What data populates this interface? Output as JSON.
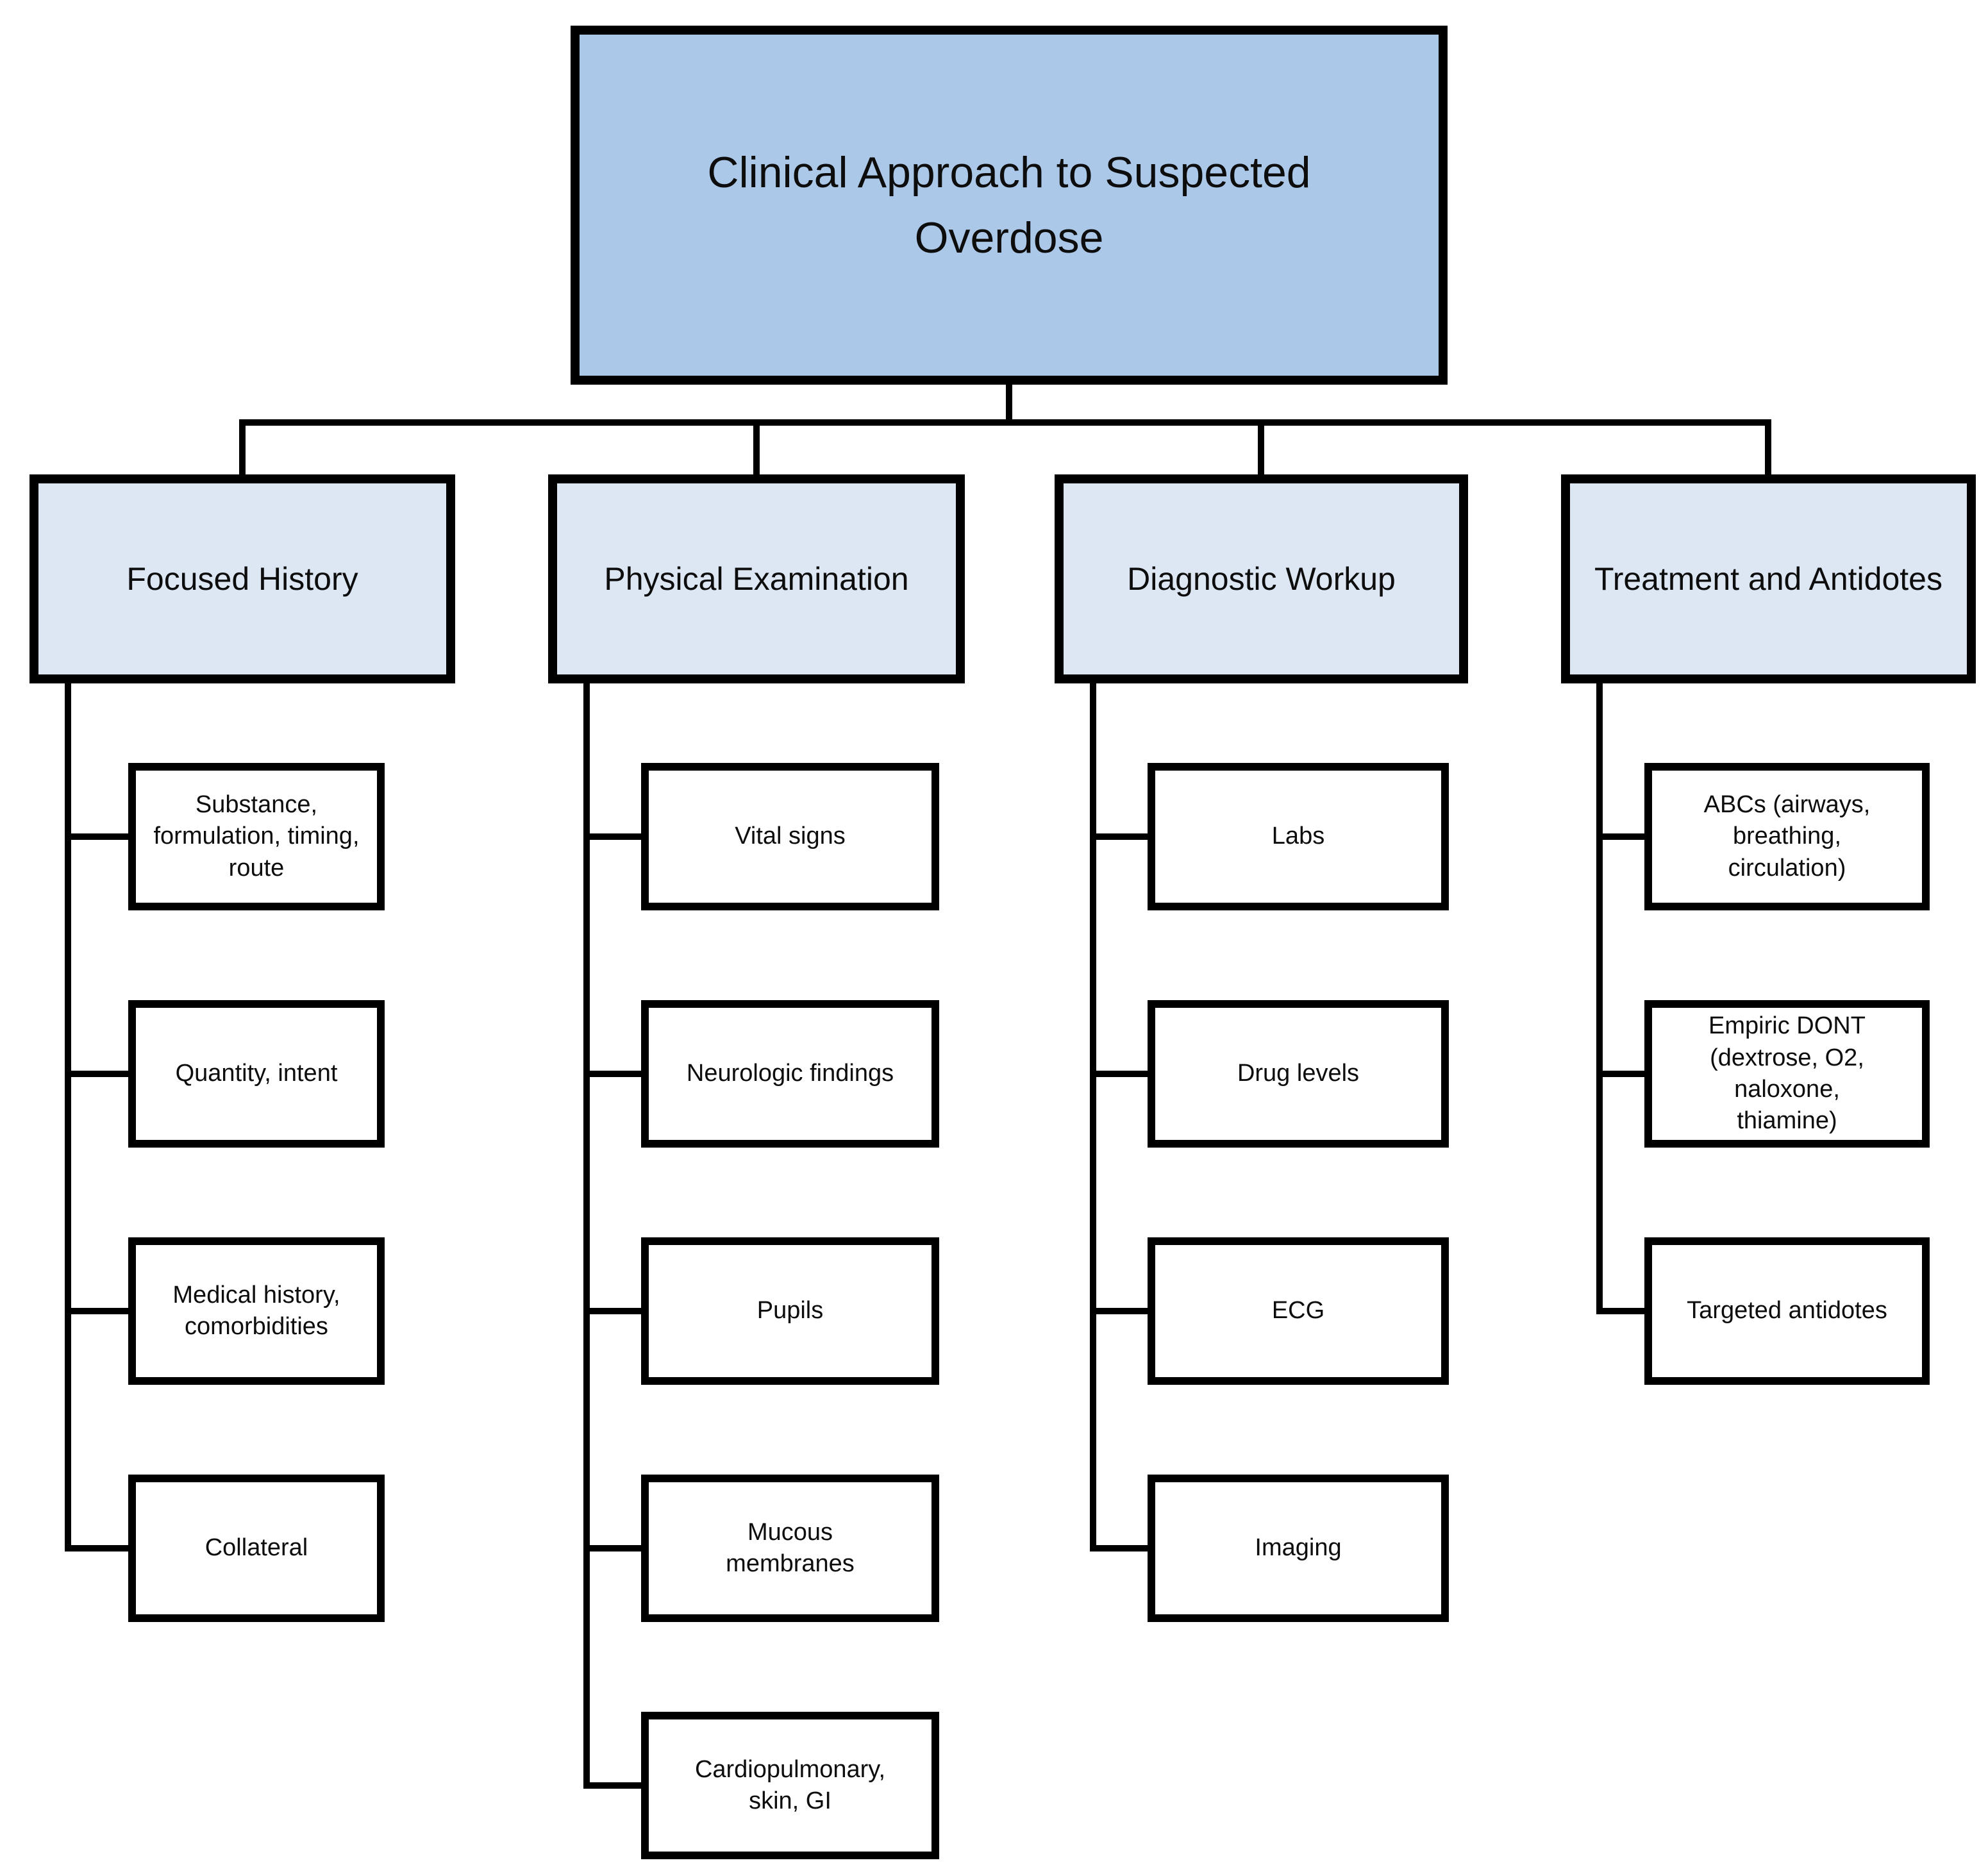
{
  "colors": {
    "title-fill": "#acc8e8",
    "header-fill": "#dde7f4",
    "node-fill": "#ffffff",
    "line": "#000000",
    "text": "#0d0d0d"
  },
  "title": "Clinical Approach to Suspected\nOverdose",
  "columns": [
    {
      "header": "Focused History",
      "children": [
        "Substance,\nformulation, timing,\nroute",
        "Quantity, intent",
        "Medical history,\ncomorbidities",
        "Collateral"
      ]
    },
    {
      "header": "Physical Examination",
      "children": [
        "Vital signs",
        "Neurologic findings",
        "Pupils",
        "Mucous\nmembranes",
        "Cardiopulmonary,\nskin, GI"
      ]
    },
    {
      "header": "Diagnostic Workup",
      "children": [
        "Labs",
        "Drug levels",
        "ECG",
        "Imaging"
      ]
    },
    {
      "header": "Treatment and Antidotes",
      "children": [
        "ABCs (airways,\nbreathing,\ncirculation)",
        "Empiric DONT\n(dextrose, O2,\nnaloxone,\nthiamine)",
        "Targeted antidotes"
      ]
    }
  ]
}
